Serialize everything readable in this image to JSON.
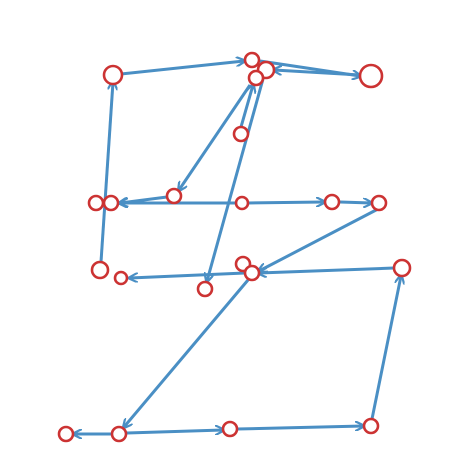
{
  "graph": {
    "colors": {
      "edge": "#4a8fc4",
      "node_stroke": "#cc3333",
      "node_fill": "#ffffff"
    },
    "nodes": [
      {
        "id": "n1"
      },
      {
        "id": "n2"
      },
      {
        "id": "n3"
      },
      {
        "id": "n4"
      },
      {
        "id": "n5"
      },
      {
        "id": "n6"
      },
      {
        "id": "n7"
      },
      {
        "id": "n8"
      },
      {
        "id": "n9"
      },
      {
        "id": "n10"
      },
      {
        "id": "n11"
      },
      {
        "id": "n12"
      },
      {
        "id": "n13"
      },
      {
        "id": "n14"
      },
      {
        "id": "n15"
      },
      {
        "id": "n16"
      },
      {
        "id": "n17"
      },
      {
        "id": "n18"
      },
      {
        "id": "n19"
      },
      {
        "id": "n20"
      },
      {
        "id": "n21"
      },
      {
        "id": "n22"
      },
      {
        "id": "n23"
      },
      {
        "id": "n24"
      }
    ],
    "edges": [
      {
        "from": "n1",
        "to": "n2"
      },
      {
        "from": "n2",
        "to": "n3"
      },
      {
        "from": "n3",
        "to": "n4"
      },
      {
        "from": "n6",
        "to": "n5"
      },
      {
        "from": "n5",
        "to": "n7"
      },
      {
        "from": "n4",
        "to": "n12"
      },
      {
        "from": "n7",
        "to": "n9"
      },
      {
        "from": "n10",
        "to": "n9"
      },
      {
        "from": "n10",
        "to": "n11"
      },
      {
        "from": "n11",
        "to": "n12"
      },
      {
        "from": "n13",
        "to": "n16"
      },
      {
        "from": "n16",
        "to": "n1"
      },
      {
        "from": "n14",
        "to": "n17"
      },
      {
        "from": "n18",
        "to": "n15"
      },
      {
        "from": "n15",
        "to": "n19"
      },
      {
        "from": "n15",
        "to": "n21"
      },
      {
        "from": "n20",
        "to": "n18"
      },
      {
        "from": "n21",
        "to": "n22"
      },
      {
        "from": "n22",
        "to": "n23"
      },
      {
        "from": "n23",
        "to": "n24"
      },
      {
        "from": "n24",
        "to": "n20"
      }
    ]
  }
}
